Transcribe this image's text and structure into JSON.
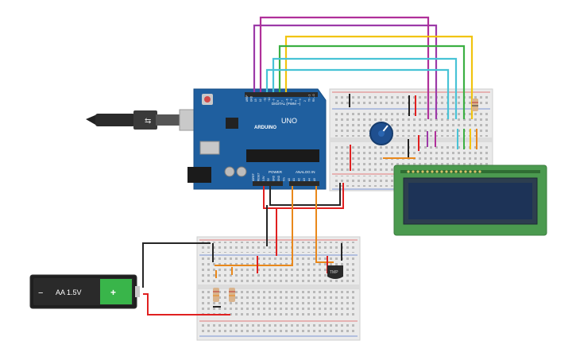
{
  "arduino": {
    "logo_text": "ARDUINO",
    "model": "UNO",
    "header_digital": "DIGITAL (PWM ~)",
    "header_power": "POWER",
    "header_analog": "ANALOG IN",
    "pin_labels_top": [
      "AREF",
      "GND",
      "13",
      "12",
      "~11",
      "~10",
      "~9",
      "8",
      "7",
      "~6",
      "~5",
      "4",
      "~3",
      "2",
      "TX→1",
      "RX←0"
    ],
    "pin_labels_bottom": [
      "IOREF",
      "RESET",
      "3.3V",
      "5V",
      "GND",
      "GND",
      "Vin",
      "A0",
      "A1",
      "A2",
      "A3",
      "A4",
      "A5"
    ]
  },
  "battery": {
    "minus": "−",
    "label": "AA 1.5V",
    "plus": "+"
  },
  "sensor": {
    "label": "TMP"
  },
  "colors": {
    "board": "#1f5f9f",
    "wire_red": "#e02020",
    "wire_black": "#262626",
    "wire_orange": "#e9881b",
    "wire_purple": "#9c3aa8",
    "wire_magenta": "#b0309a",
    "wire_yellow": "#f1c40f",
    "wire_green": "#3cb043",
    "wire_cyan": "#48c3d6",
    "lcd_pcb": "#4b9a4f",
    "lcd_screen": "#1d3357"
  }
}
